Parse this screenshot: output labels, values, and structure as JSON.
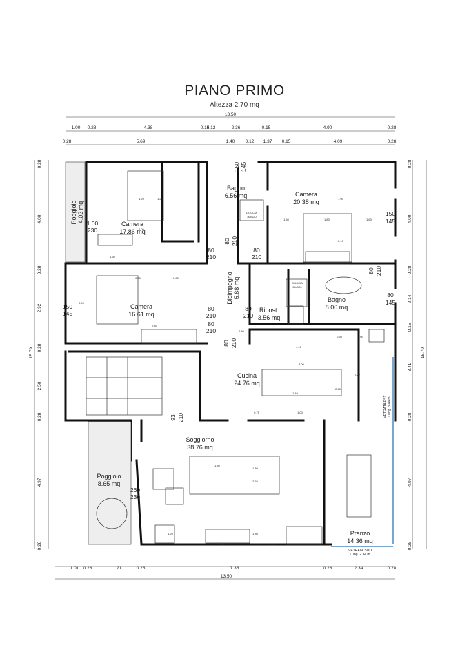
{
  "title": "PIANO PRIMO",
  "subtitle": "Altezza 2.70 mq",
  "dims_top1": [
    "13.50"
  ],
  "dims_top2": [
    "1.00",
    "0.28",
    "4.38",
    "0.15",
    "0.12",
    "2.36",
    "0.15",
    "4.90",
    "0.28"
  ],
  "dims_top3": [
    "0.28",
    "5.69",
    "1.40",
    "0.12",
    "1.37",
    "0.15",
    "4.09",
    "0.28"
  ],
  "dims_bottom1": [
    "1.01",
    "0.28",
    "1.71",
    "0.25",
    "7.35",
    "0.28",
    "2.34",
    "0.28"
  ],
  "dims_bottom2": [
    "13.50"
  ],
  "dims_left": [
    "0.28",
    "4.00",
    "0.28",
    "2.92",
    "0.28",
    "2.50",
    "0.28",
    "4.97",
    "0.28"
  ],
  "dims_left_total": "15.79",
  "dims_right": [
    "0.28",
    "4.00",
    "0.28",
    "2.14",
    "0.15",
    "3.41",
    "0.28",
    "4.97",
    "0.28"
  ],
  "dims_right_total": "15.79",
  "rooms": [
    {
      "name": "Poggiolo",
      "area": "4.02 mq"
    },
    {
      "name": "Camera",
      "area": "17.86 mq"
    },
    {
      "name": "Bagno",
      "area": "6.56 mq"
    },
    {
      "name": "Camera",
      "area": "20.38 mq"
    },
    {
      "name": "Camera",
      "area": "16.61 mq"
    },
    {
      "name": "Disimpegno",
      "area": "5.88 mq"
    },
    {
      "name": "Ripost.",
      "area": "3.56 mq"
    },
    {
      "name": "Bagno",
      "area": "8.00 mq"
    },
    {
      "name": "Cucina",
      "area": "24.76 mq"
    },
    {
      "name": "Soggiorno",
      "area": "38.76 mq"
    },
    {
      "name": "Poggiolo",
      "area": "8.65 mq"
    },
    {
      "name": "Pranzo",
      "area": "14.36 mq"
    }
  ],
  "openings": [
    {
      "w": "1.00",
      "h": "230"
    },
    {
      "w": "150",
      "h": "145"
    },
    {
      "w": "150",
      "h": "145"
    },
    {
      "w": "150",
      "h": "145"
    },
    {
      "w": "80",
      "h": "210"
    },
    {
      "w": "80",
      "h": "210"
    },
    {
      "w": "80",
      "h": "210"
    },
    {
      "w": "80",
      "h": "210"
    },
    {
      "w": "80",
      "h": "210"
    },
    {
      "w": "80",
      "h": "210"
    },
    {
      "w": "80",
      "h": "145"
    },
    {
      "w": "80",
      "h": "210"
    },
    {
      "w": "80",
      "h": "210"
    },
    {
      "w": "93",
      "h": "210"
    },
    {
      "w": "260",
      "h": "230"
    }
  ],
  "notes": {
    "vetrata_est": "VETRATA EST",
    "vetrata_est_len": "Lung. 3.44 m",
    "vetrata_sud": "VETRATA SUD",
    "vetrata_sud_len": "Lung. 2.34 m"
  },
  "fixtures": {
    "doccia_1": "DOCCIA",
    "doccia_1_size": "80x120",
    "doccia_2": "DOCCIA",
    "doccia_2_size": "80x120"
  },
  "furniture_dims": [
    "1.20",
    "1.20",
    "1.60",
    "2.00",
    "0.80",
    "0.90",
    "2.80",
    "1.00",
    "2.80",
    "4.15",
    "0.60",
    "3.00",
    "1.00",
    "1.40",
    "2.40",
    "2.20",
    "0.75",
    "1.00",
    "1.80",
    "2.55",
    "1.80",
    "1.90",
    "1.50",
    "1.80",
    "2.10",
    "1.60",
    "1.20",
    "2.05",
    "0.60",
    "1.20",
    "1.80",
    "1.10"
  ]
}
